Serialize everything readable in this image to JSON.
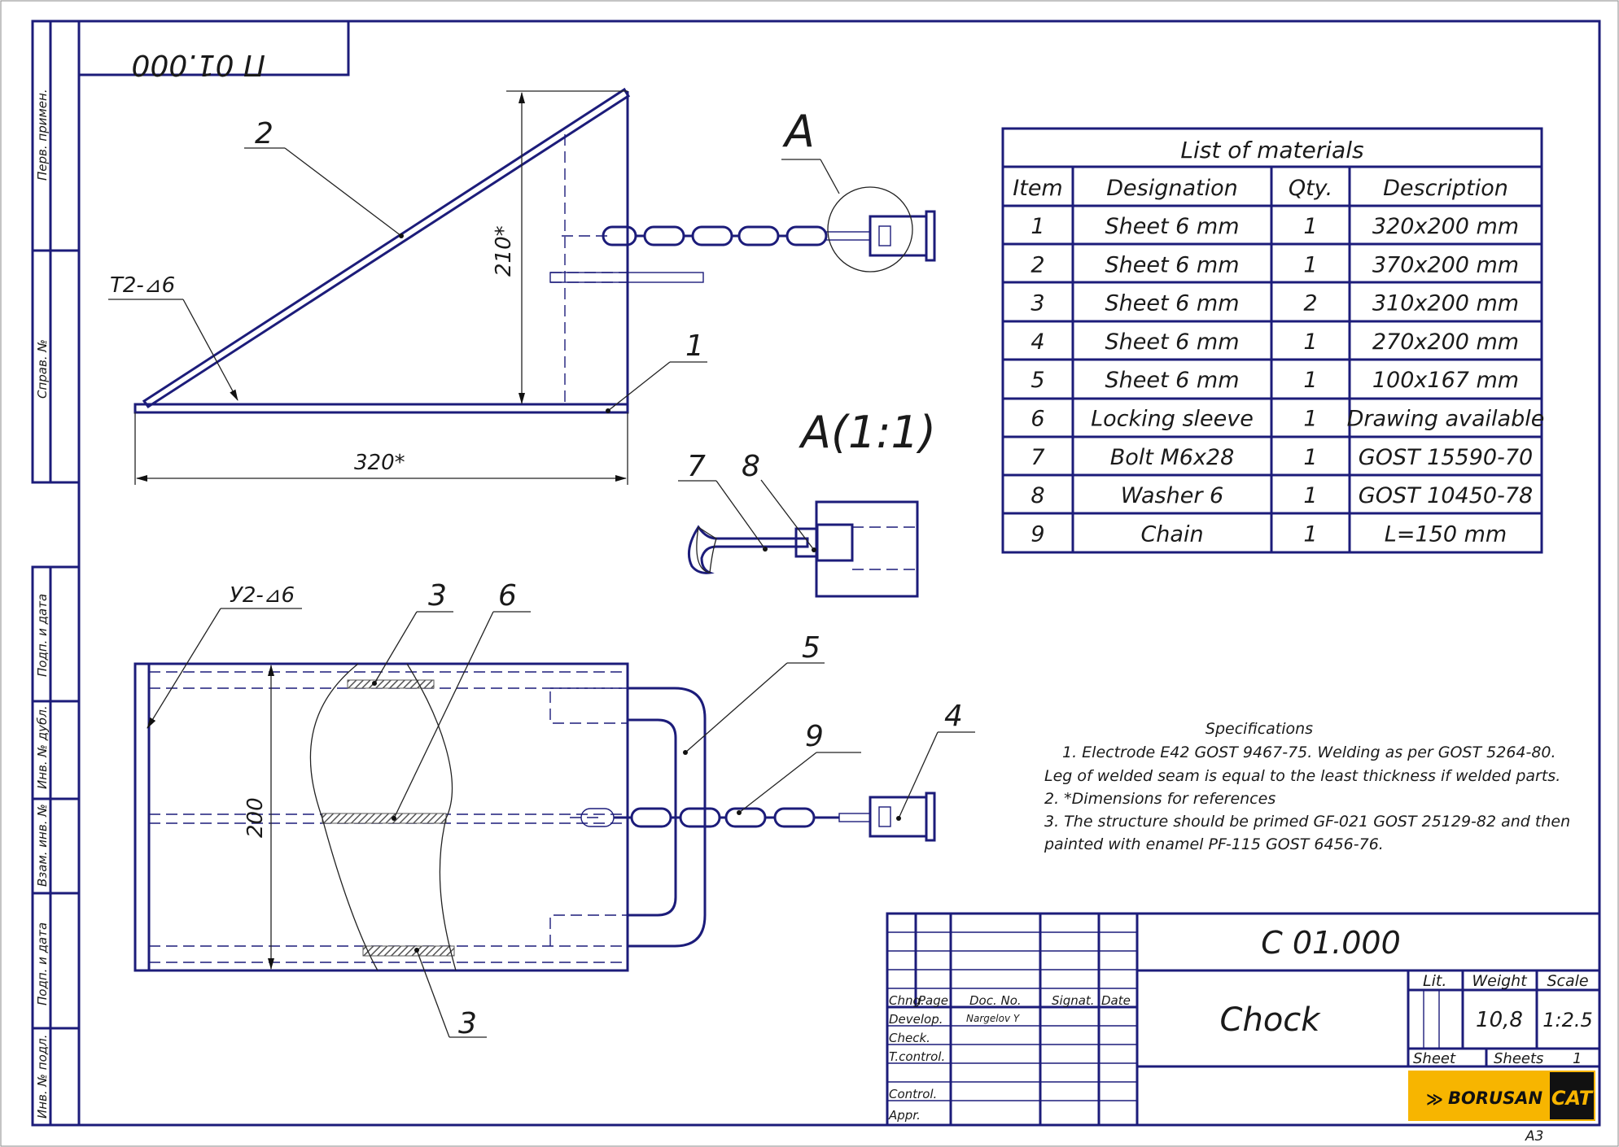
{
  "drawing": {
    "mirrored_code": "П 01.000",
    "side_labels_upper": [
      "Перв. примен.",
      "Справ. №"
    ],
    "side_labels_lower": [
      "Подп. и дата",
      "Инв. № дубл.",
      "Взам. инв. №",
      "Подп. и дата",
      "Инв. № подл."
    ],
    "views": {
      "view_a_label": "A",
      "detail_label": "A(1:1)",
      "dim_height": "210*",
      "dim_width": "320*",
      "dim_200": "200",
      "weld_t2": "T2-⊿6",
      "weld_u2": "У2-⊿6",
      "callouts": [
        "1",
        "2",
        "3",
        "3",
        "4",
        "5",
        "6",
        "7",
        "8",
        "9"
      ]
    },
    "materials": {
      "title": "List of materials",
      "headers": [
        "Item",
        "Designation",
        "Qty.",
        "Description"
      ],
      "rows": [
        [
          "1",
          "Sheet 6 mm",
          "1",
          "320x200 mm"
        ],
        [
          "2",
          "Sheet 6 mm",
          "1",
          "370x200 mm"
        ],
        [
          "3",
          "Sheet 6 mm",
          "2",
          "310x200 mm"
        ],
        [
          "4",
          "Sheet 6 mm",
          "1",
          "270x200 mm"
        ],
        [
          "5",
          "Sheet 6 mm",
          "1",
          "100x167 mm"
        ],
        [
          "6",
          "Locking sleeve",
          "1",
          "Drawing available"
        ],
        [
          "7",
          "Bolt M6x28",
          "1",
          "GOST 15590-70"
        ],
        [
          "8",
          "Washer 6",
          "1",
          "GOST 10450-78"
        ],
        [
          "9",
          "Chain",
          "1",
          "L=150 mm"
        ]
      ]
    },
    "specifications": {
      "title": "Specifications",
      "lines": [
        "1. Electrode E42 GOST 9467-75. Welding as per GOST 5264-80.",
        "Leg of welded seam is equal to the least thickness if welded parts.",
        "2. *Dimensions for references",
        "3. The structure should be primed GF-021 GOST 25129-82 and then",
        "painted with enamel PF-115 GOST 6456-76."
      ]
    },
    "title_block": {
      "code": "С 01.000",
      "name": "Chock",
      "lit_label": "Lit.",
      "weight_label": "Weight",
      "scale_label": "Scale",
      "weight": "10,8",
      "scale": "1:2.5",
      "sheet_label": "Sheet",
      "sheets_label": "Sheets",
      "sheets_value": "1",
      "col_headers": [
        "Chng.",
        "Page",
        "Doc. No.",
        "Signat.",
        "Date"
      ],
      "rows": [
        "Develop.",
        "Check.",
        "T.control.",
        "",
        "Control.",
        "Appr."
      ],
      "developer": "Nargelov Y",
      "logo_left": "BORUSAN",
      "logo_right": "CAT",
      "format": "A3"
    }
  }
}
